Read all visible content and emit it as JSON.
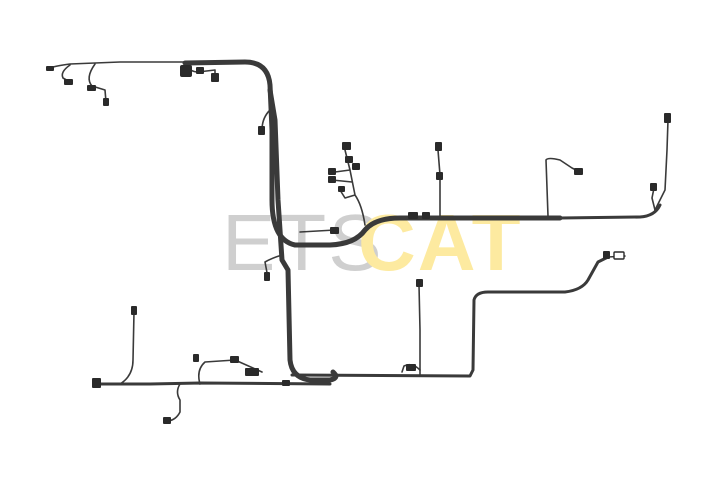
{
  "watermark": {
    "part1": "ETS",
    "part2": "CAT",
    "color_gray": "#cfcfcf",
    "color_yellow": "#fdeaa0"
  },
  "diagram": {
    "subject": "wiring-harness",
    "wire_color": "#3a3a3a",
    "background": "#ffffff"
  }
}
